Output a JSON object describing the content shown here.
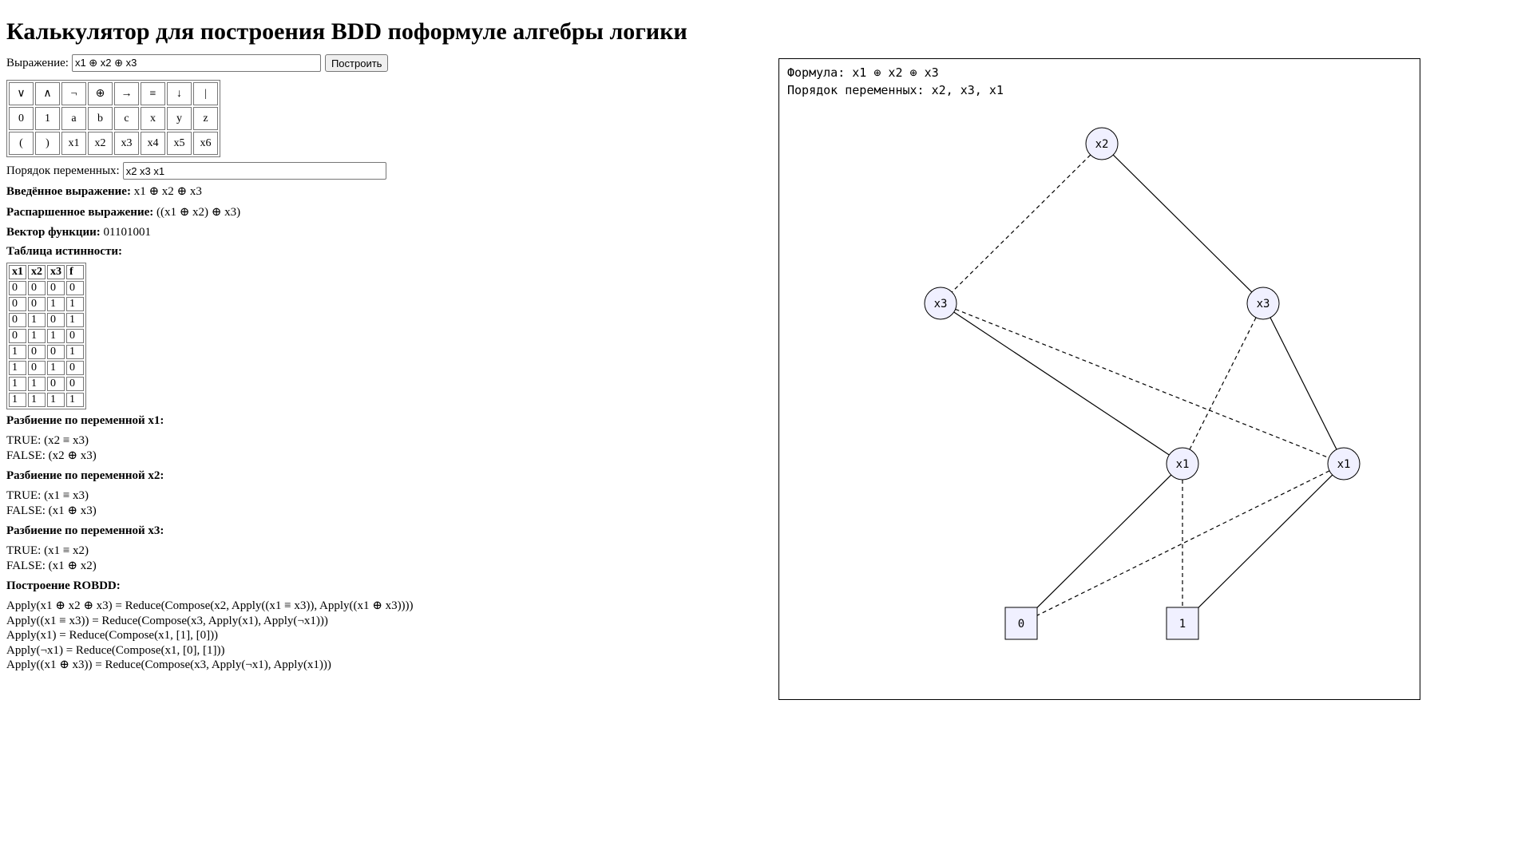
{
  "title": "Калькулятор для построения BDD поформуле алгебры логики",
  "expression": {
    "label": "Выражение:",
    "value": "x1 ⊕ x2 ⊕ x3",
    "build_label": "Построить"
  },
  "keyboard": [
    [
      "∨",
      "∧",
      "¬",
      "⊕",
      "→",
      "≡",
      "↓",
      "|"
    ],
    [
      "0",
      "1",
      "a",
      "b",
      "c",
      "x",
      "y",
      "z"
    ],
    [
      "(",
      ")",
      "x1",
      "x2",
      "x3",
      "x4",
      "x5",
      "x6"
    ]
  ],
  "order": {
    "label": "Порядок переменных:",
    "value": "x2 x3 x1"
  },
  "entered": {
    "label": "Введённое выражение:",
    "value": "x1 ⊕ x2 ⊕ x3"
  },
  "parsed": {
    "label": "Распаршенное выражение:",
    "value": "((x1 ⊕ x2) ⊕ x3)"
  },
  "vector": {
    "label": "Вектор функции:",
    "value": "01101001"
  },
  "truth_table": {
    "label": "Таблица истинности:",
    "headers": [
      "x1",
      "x2",
      "x3",
      "f"
    ],
    "rows": [
      [
        "0",
        "0",
        "0",
        "0"
      ],
      [
        "0",
        "0",
        "1",
        "1"
      ],
      [
        "0",
        "1",
        "0",
        "1"
      ],
      [
        "0",
        "1",
        "1",
        "0"
      ],
      [
        "1",
        "0",
        "0",
        "1"
      ],
      [
        "1",
        "0",
        "1",
        "0"
      ],
      [
        "1",
        "1",
        "0",
        "0"
      ],
      [
        "1",
        "1",
        "1",
        "1"
      ]
    ]
  },
  "splits": [
    {
      "title": "Разбиение по переменной x1:",
      "true_text": "TRUE: (x2 ≡ x3)",
      "false_text": "FALSE: (x2 ⊕ x3)"
    },
    {
      "title": "Разбиение по переменной x2:",
      "true_text": "TRUE: (x1 ≡ x3)",
      "false_text": "FALSE: (x1 ⊕ x3)"
    },
    {
      "title": "Разбиение по переменной x3:",
      "true_text": "TRUE: (x1 ≡ x2)",
      "false_text": "FALSE: (x1 ⊕ x2)"
    }
  ],
  "robdd": {
    "title": "Построение ROBDD:",
    "steps": [
      "Apply(x1 ⊕ x2 ⊕ x3) = Reduce(Compose(x2, Apply((x1 ≡ x3)), Apply((x1 ⊕ x3))))",
      "Apply((x1 ≡ x3)) = Reduce(Compose(x3, Apply(x1), Apply(¬x1)))",
      "Apply(x1) = Reduce(Compose(x1, [1], [0]))",
      "Apply(¬x1) = Reduce(Compose(x1, [0], [1]))",
      "Apply((x1 ⊕ x3)) = Reduce(Compose(x3, Apply(¬x1), Apply(x1)))"
    ]
  },
  "graph": {
    "formula_text": "Формула: x1 ⊕ x2 ⊕ x3",
    "order_text": "Порядок переменных: x2, x3, x1",
    "node_fill": "#f0f0ff",
    "nodes": [
      {
        "id": "n_x2",
        "label": "x2",
        "kind": "var"
      },
      {
        "id": "n_x3a",
        "label": "x3",
        "kind": "var"
      },
      {
        "id": "n_x3b",
        "label": "x3",
        "kind": "var"
      },
      {
        "id": "n_x1a",
        "label": "x1",
        "kind": "var"
      },
      {
        "id": "n_x1b",
        "label": "x1",
        "kind": "var"
      },
      {
        "id": "t0",
        "label": "0",
        "kind": "terminal"
      },
      {
        "id": "t1",
        "label": "1",
        "kind": "terminal"
      }
    ],
    "edges": [
      {
        "from": "n_x2",
        "to": "n_x3a",
        "style": "dashed"
      },
      {
        "from": "n_x2",
        "to": "n_x3b",
        "style": "solid"
      },
      {
        "from": "n_x3a",
        "to": "n_x1a",
        "style": "solid"
      },
      {
        "from": "n_x3a",
        "to": "n_x1b",
        "style": "dashed"
      },
      {
        "from": "n_x3b",
        "to": "n_x1a",
        "style": "dashed"
      },
      {
        "from": "n_x3b",
        "to": "n_x1b",
        "style": "solid"
      },
      {
        "from": "n_x1a",
        "to": "t0",
        "style": "solid"
      },
      {
        "from": "n_x1a",
        "to": "t1",
        "style": "dashed"
      },
      {
        "from": "n_x1b",
        "to": "t0",
        "style": "dashed"
      },
      {
        "from": "n_x1b",
        "to": "t1",
        "style": "solid"
      }
    ]
  }
}
